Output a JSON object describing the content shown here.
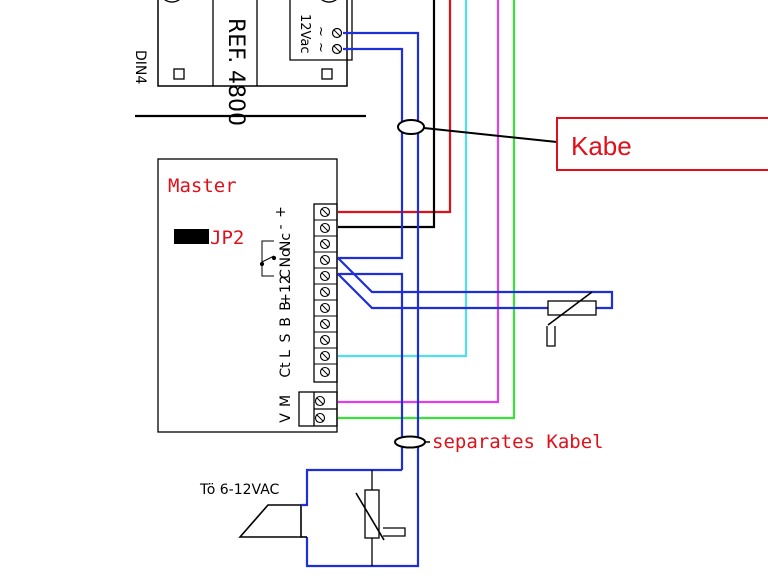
{
  "transformer": {
    "ref_label": "REF.",
    "ref_number": "4800",
    "voltage_label": "12Vac",
    "model_label": "DIN4"
  },
  "master": {
    "title": "Master",
    "jumper_label": "JP2",
    "terminals": [
      "+",
      "-",
      "Nc",
      "No",
      "C",
      "+12",
      "B",
      "B",
      "S",
      "L",
      "Ct"
    ],
    "lower_terminals": [
      "M",
      "V"
    ]
  },
  "callouts": {
    "cable_label": "Kabe",
    "separate_cable_label": "separates Kabel"
  },
  "door_opener": {
    "label": "Tö 6-12VAC"
  },
  "colors": {
    "red": "#e0101a",
    "blue": "#1f2fd8",
    "cyan": "#4fe0f0",
    "magenta": "#e040e8",
    "green": "#3ce03c",
    "black": "#000000"
  }
}
